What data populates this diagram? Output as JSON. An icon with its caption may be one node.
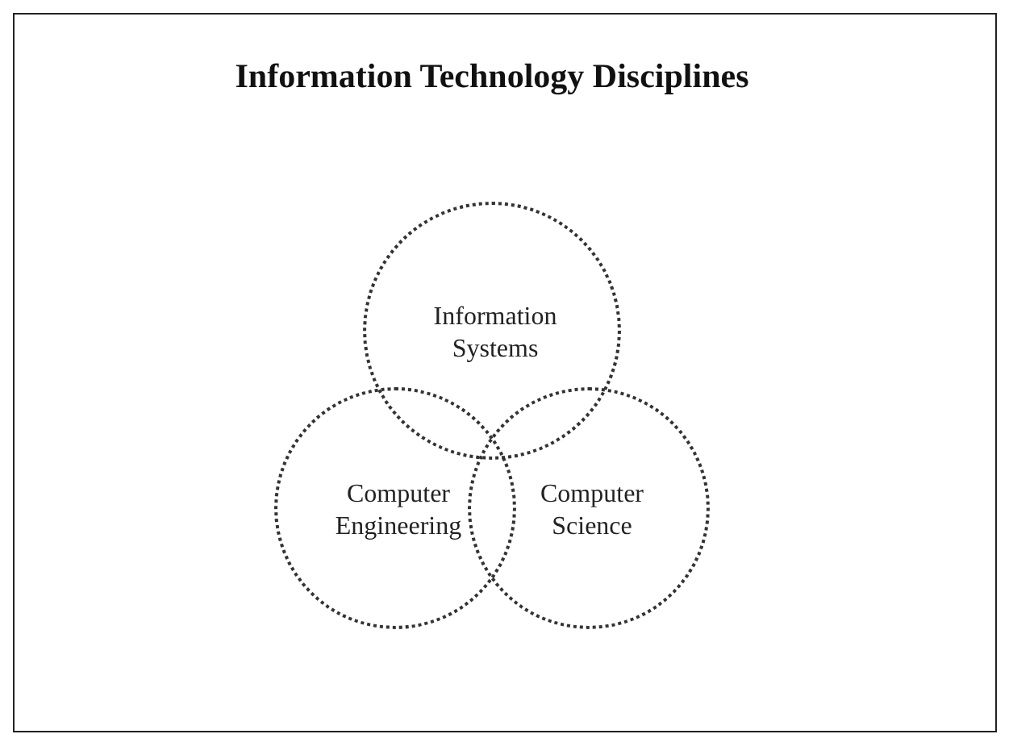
{
  "diagram": {
    "title": "Information Technology Disciplines",
    "nodes": [
      {
        "text": [
          "Information Systems"
        ]
      },
      {
        "text": [
          "Computer Engineering"
        ]
      },
      {
        "text": [
          "Computer Science"
        ]
      }
    ]
  }
}
